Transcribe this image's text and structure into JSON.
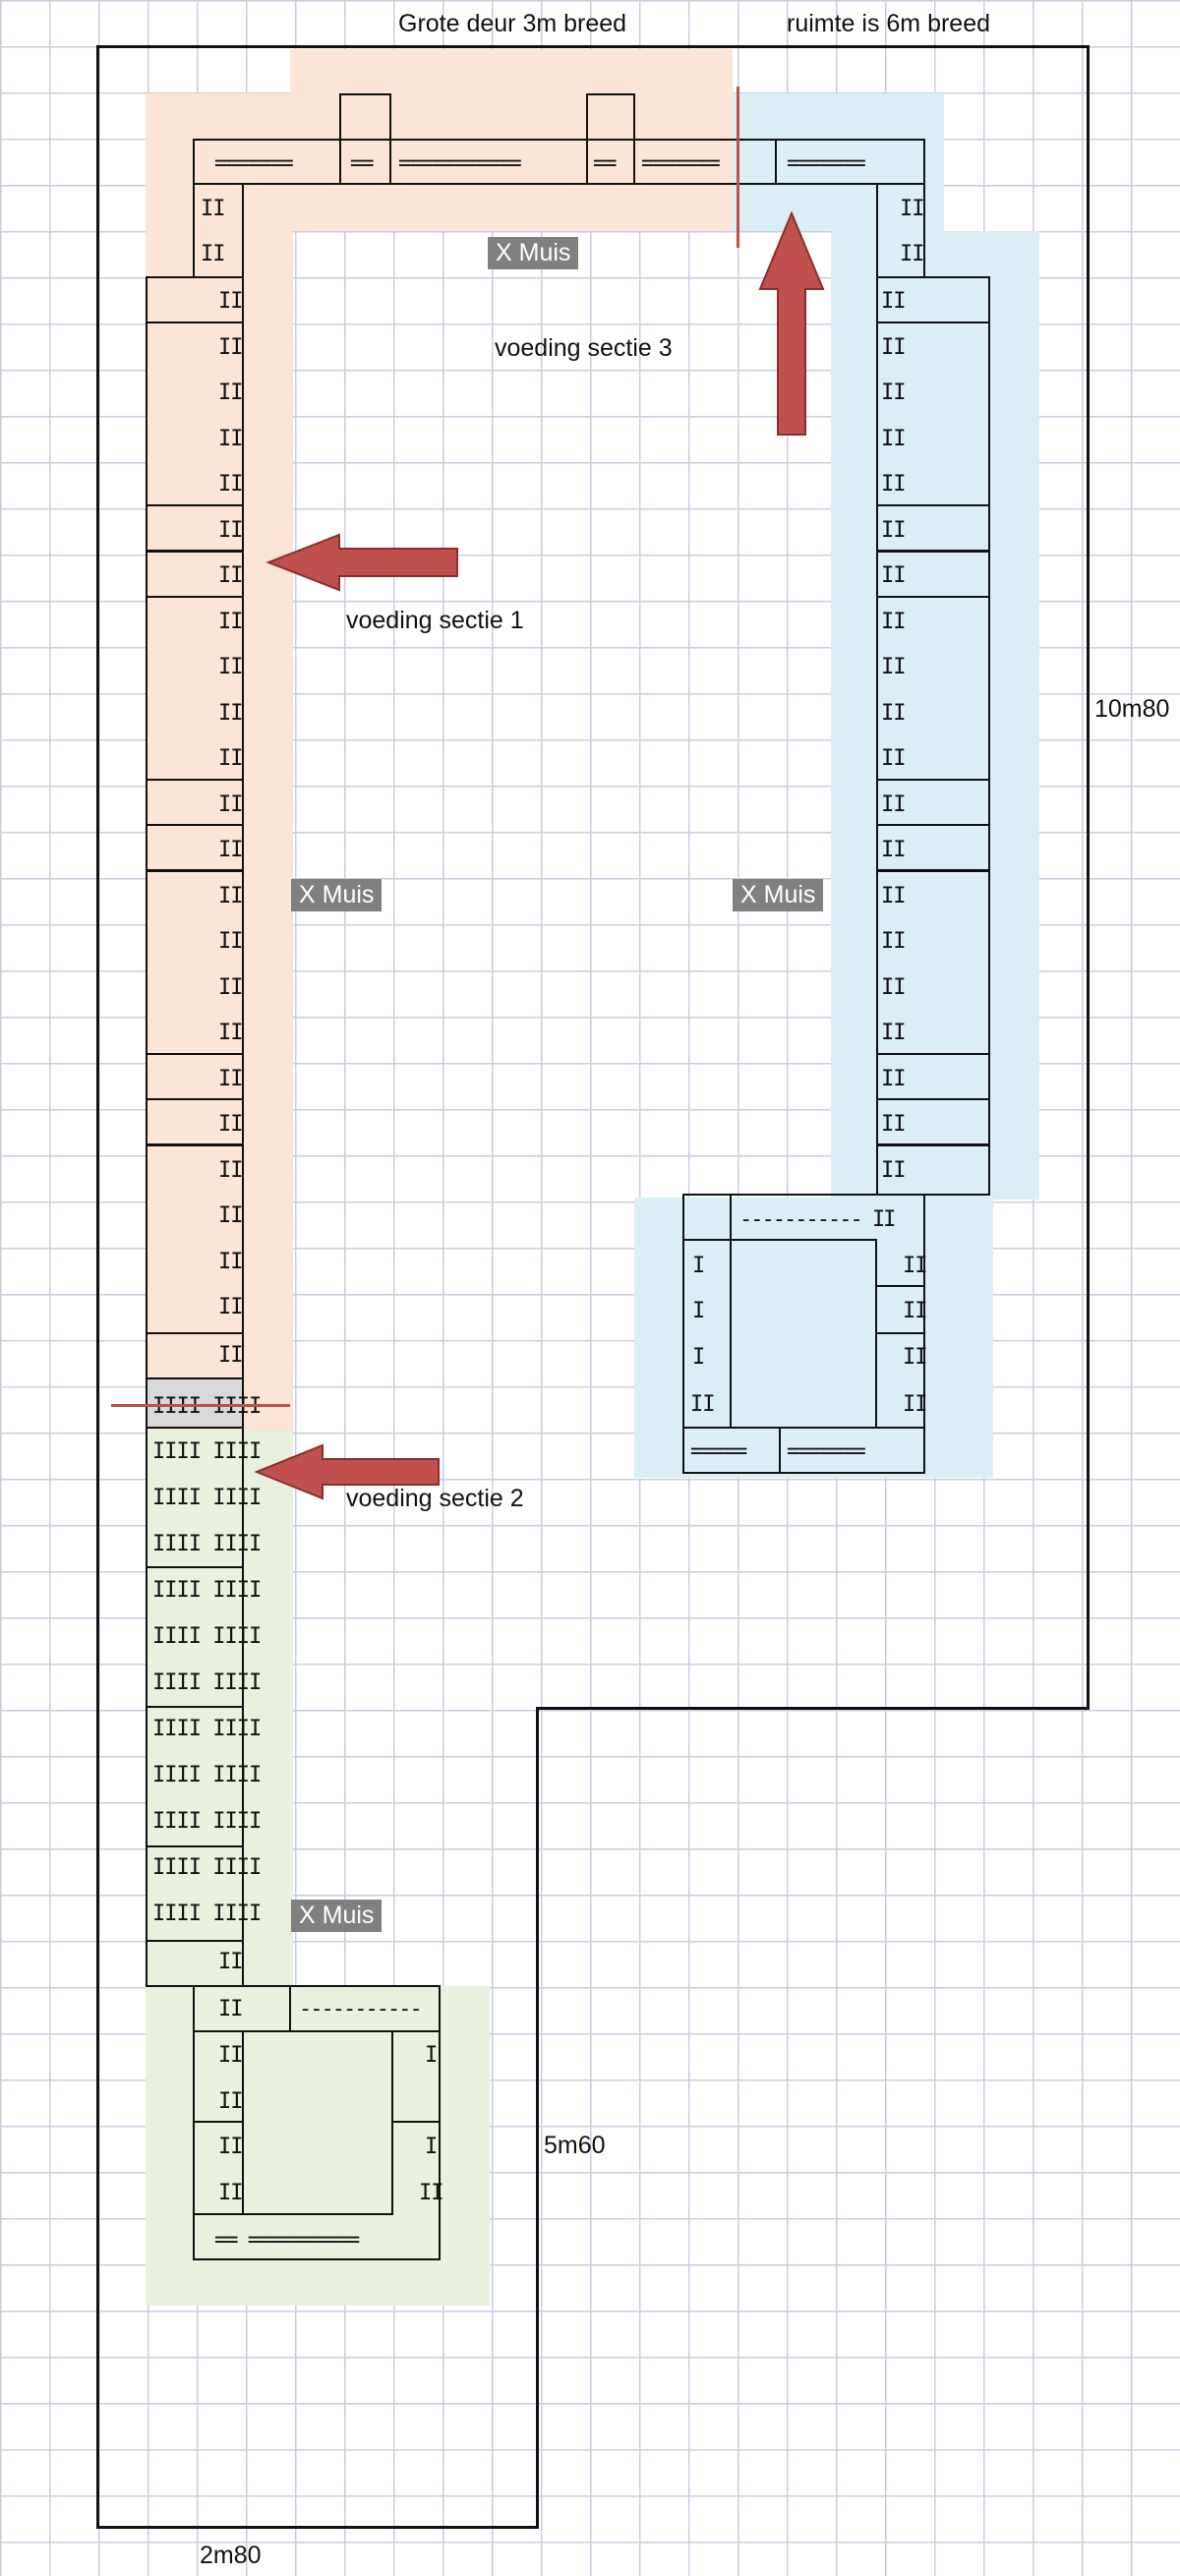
{
  "labels": {
    "door": "Grote deur 3m breed",
    "room_width": "ruimte is 6m breed",
    "height_right": "10m80",
    "width_lower": "5m60",
    "width_bottom": "2m80",
    "feed_1": "voeding sectie 1",
    "feed_2": "voeding sectie 2",
    "feed_3": "voeding sectie 3",
    "mouse": "X Muis"
  },
  "tracks": {
    "double": "II",
    "quad": "IIII IIII",
    "single": "I",
    "top_left": "=======",
    "top_short": "==",
    "top_mid": "===========",
    "top_right": "=======",
    "blue_top": "----------- II",
    "blue_bottom_left": "=====",
    "blue_bottom_right": "=======",
    "green_top": "-----------",
    "green_bottom": "== =========="
  },
  "colors": {
    "section_1": "#fce4d6",
    "section_3": "#dbeef4",
    "section_2": "#e8f0de",
    "arrow": "#c0504d",
    "mouse_badge": "#808080"
  }
}
